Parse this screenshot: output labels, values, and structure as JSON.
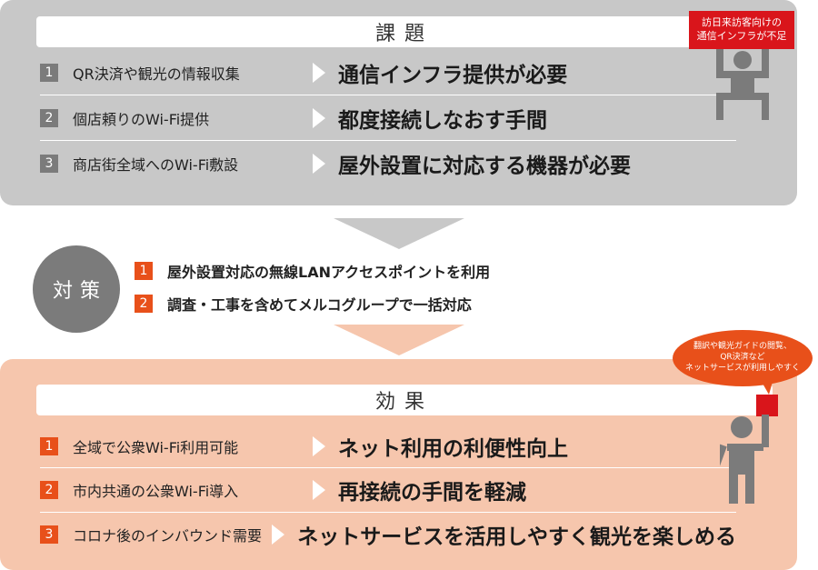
{
  "issues": {
    "title": "課題",
    "rows": [
      {
        "num": "1",
        "label": "QR決済や観光の情報収集",
        "result": "通信インフラ提供が必要"
      },
      {
        "num": "2",
        "label": "個店頼りのWi-Fi提供",
        "result": "都度接続しなおす手間"
      },
      {
        "num": "3",
        "label": "商店街全域へのWi-Fi敷設",
        "result": "屋外設置に対応する機器が必要"
      }
    ],
    "callout_line1": "訪日来訪客向けの",
    "callout_line2": "通信インフラが不足"
  },
  "measures": {
    "title": "対策",
    "items": [
      {
        "num": "1",
        "label": "屋外設置対応の無線LANアクセスポイントを利用"
      },
      {
        "num": "2",
        "label": "調査・工事を含めてメルコグループで一括対応"
      }
    ]
  },
  "effects": {
    "title": "効果",
    "rows": [
      {
        "num": "1",
        "label": "全域で公衆Wi-Fi利用可能",
        "result": "ネット利用の利便性向上"
      },
      {
        "num": "2",
        "label": "市内共通の公衆Wi-Fi導入",
        "result": "再接続の手間を軽減"
      },
      {
        "num": "3",
        "label": "コロナ後のインバウンド需要",
        "result": "ネットサービスを活用しやすく観光を楽しめる"
      }
    ],
    "bubble_line1": "翻訳や観光ガイドの閲覧、",
    "bubble_line2": "QR決済など",
    "bubble_line3": "ネットサービスが利用しやすく"
  },
  "colors": {
    "gray_panel": "#c8c8c8",
    "peach_panel": "#f6c6ad",
    "accent_orange": "#e8501a",
    "accent_red": "#d9151b",
    "icon_gray": "#7b7b7b"
  }
}
